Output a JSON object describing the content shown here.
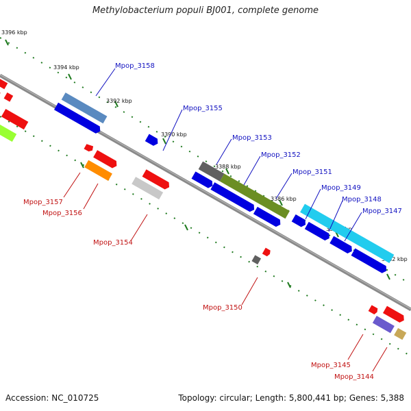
{
  "title": "Methylobacterium populi BJ001, complete genome",
  "footer": {
    "accession": "Accession: NC_010725",
    "summary": "Topology: circular; Length: 5,800,441 bp; Genes: 5,388"
  },
  "colors": {
    "backbone": "#8a8a8a",
    "tick": "#1f7a1f",
    "label_top": "#1010c0",
    "label_bottom": "#c01010"
  },
  "kbp_labels": [
    "3396 kbp",
    "3394 kbp",
    "3392 kbp",
    "3390 kbp",
    "3388 kbp",
    "3386 kbp",
    "3384 kbp",
    "3382 kbp"
  ],
  "gene_labels_top": [
    "Mpop_3158",
    "Mpop_3155",
    "Mpop_3153",
    "Mpop_3152",
    "Mpop_3151",
    "Mpop_3149",
    "Mpop_3148",
    "Mpop_3147"
  ],
  "gene_labels_bottom": [
    "Mpop_3157",
    "Mpop_3156",
    "Mpop_3154",
    "Mpop_3150",
    "Mpop_3145",
    "Mpop_3144"
  ]
}
